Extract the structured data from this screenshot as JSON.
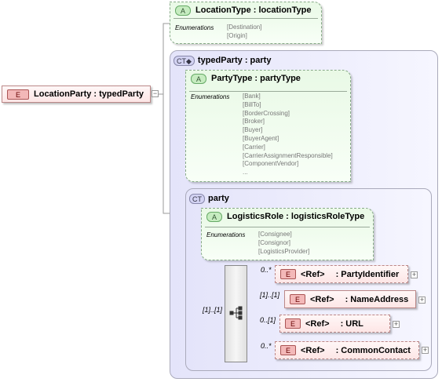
{
  "root": {
    "badge": "E",
    "label": "LocationParty : typedParty"
  },
  "attr_location": {
    "badge": "A",
    "label": "LocationType : locationType",
    "enum_label": "Enumerations",
    "values": [
      "[Destination]",
      "[Origin]"
    ]
  },
  "ct_typed": {
    "badge": "CT",
    "label": "typedParty : party"
  },
  "attr_party": {
    "badge": "A",
    "label": "PartyType : partyType",
    "enum_label": "Enumerations",
    "values": [
      "[Bank]",
      "[BillTo]",
      "[BorderCrossing]",
      "[Broker]",
      "[Buyer]",
      "[BuyerAgent]",
      "[Carrier]",
      "[CarrierAssignmentResponsible]",
      "[ComponentVendor]",
      "..."
    ]
  },
  "ct_party": {
    "badge": "CT",
    "label": "party"
  },
  "attr_role": {
    "badge": "A",
    "label": "LogisticsRole : logisticsRoleType",
    "enum_label": "Enumerations",
    "values": [
      "[Consignee]",
      "[Consignor]",
      "[LogisticsProvider]"
    ]
  },
  "sequence": {
    "cardinality": "[1]..[1]"
  },
  "children": [
    {
      "badge": "E",
      "ref": "<Ref>",
      "name": ": PartyIdentifier",
      "cardinality": "0..*"
    },
    {
      "badge": "E",
      "ref": "<Ref>",
      "name": ": NameAddress",
      "cardinality": "[1]..[1]"
    },
    {
      "badge": "E",
      "ref": "<Ref>",
      "name": ": URL",
      "cardinality": "0..[1]"
    },
    {
      "badge": "E",
      "ref": "<Ref>",
      "name": ": CommonContact",
      "cardinality": "0..*"
    }
  ]
}
